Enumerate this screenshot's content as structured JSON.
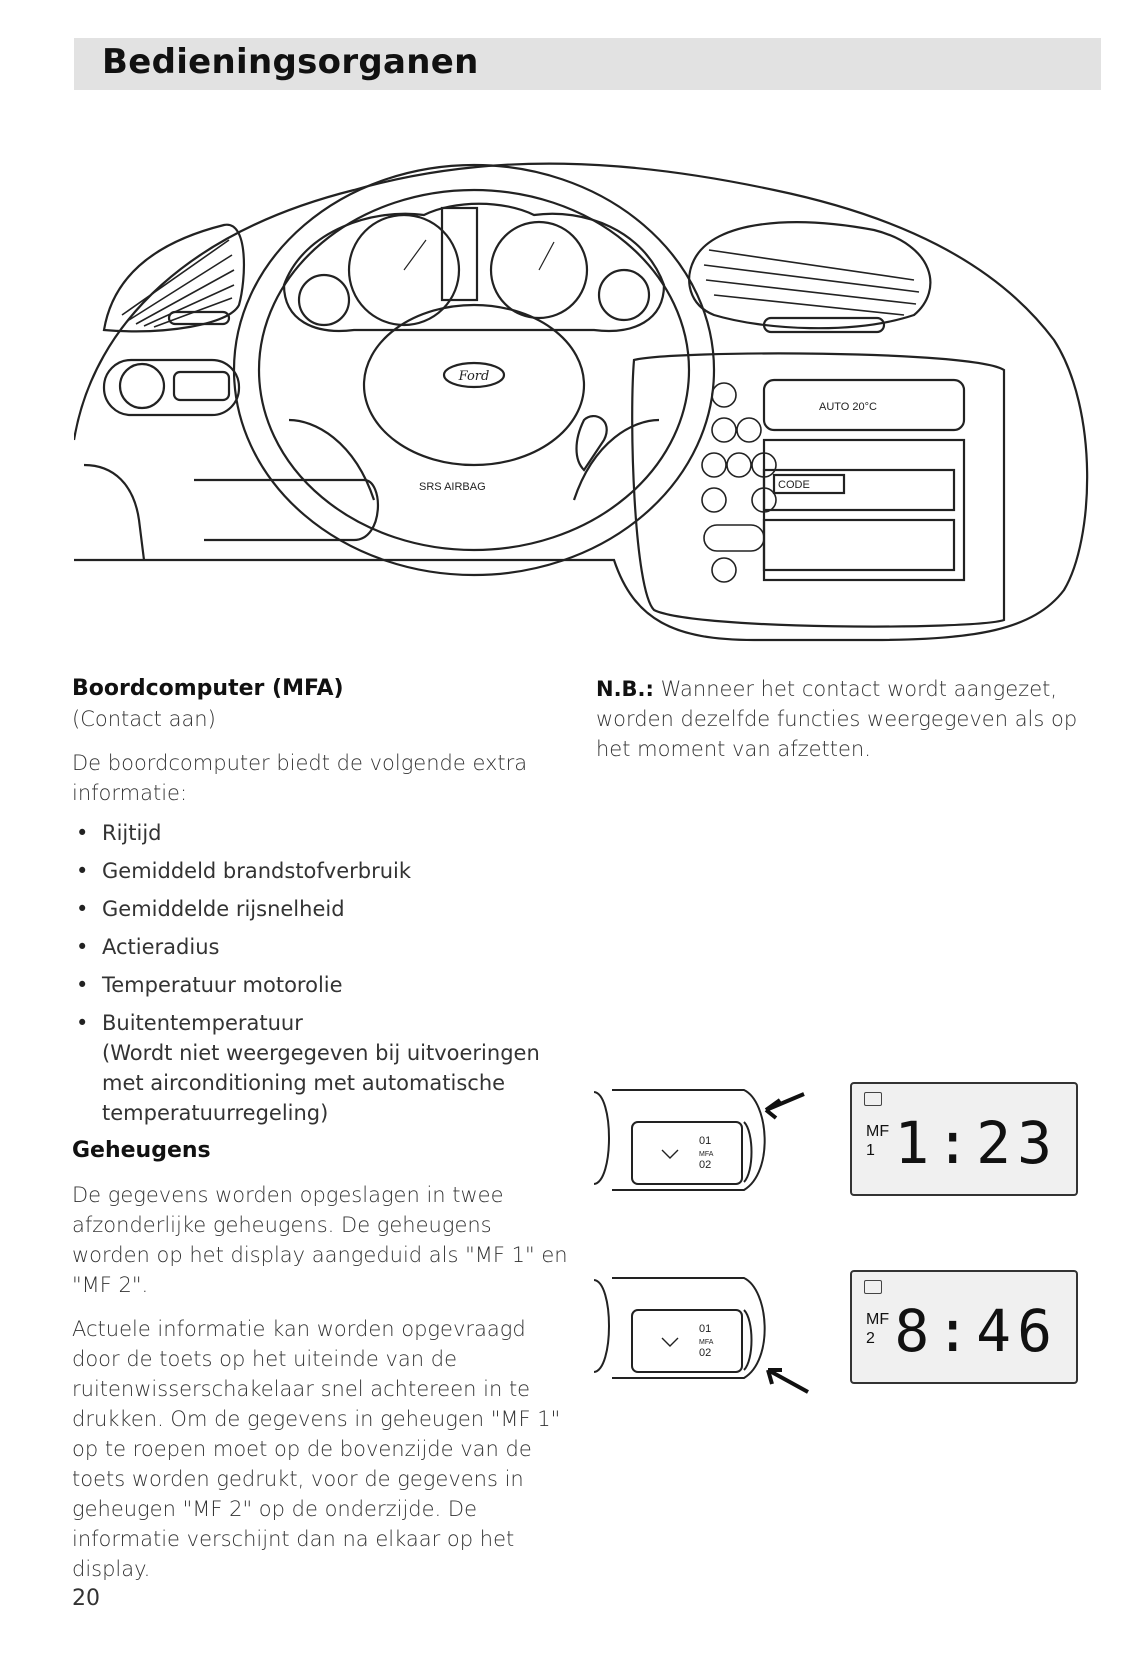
{
  "header": {
    "title": "Bedieningsorganen"
  },
  "dashboard": {
    "brand": "Ford",
    "airbag_label": "SRS AIRBAG",
    "radio_code_label": "CODE",
    "climate_display": "AUTO 20°C"
  },
  "left_column": {
    "section1_heading": "Boordcomputer (MFA)",
    "section1_sub": "(Contact aan)",
    "section1_intro": "De boordcomputer biedt de volgende extra informatie:",
    "bullets": [
      "Rijtijd",
      "Gemiddeld brandstofverbruik",
      "Gemiddelde rijsnelheid",
      "Actieradius",
      "Temperatuur motorolie",
      "Buitentemperatuur"
    ],
    "bullet_note": "(Wordt niet weergegeven bij uitvoeringen met airconditioning met automatische temperatuurregeling)",
    "section2_heading": "Geheugens",
    "section2_p1": "De gegevens worden opgeslagen in twee afzonderlijke geheugens. De geheugens worden op het display aangeduid als \"MF 1\" en \"MF 2\".",
    "section2_p2": "Actuele informatie kan worden opgevraagd door de toets op het uiteinde van de ruitenwisserschakelaar snel achtereen in te drukken. Om de gegevens in geheugen \"MF 1\" op te roepen moet op de bovenzijde van de toets worden gedrukt, voor de gegevens in geheugen \"MF 2\" op de onderzijde. De informatie verschijnt dan na elkaar op het display."
  },
  "right_column": {
    "nb_label": "N.B.:",
    "nb_text": "Wanneer het contact wordt aangezet, worden dezelfde functies weergegeven als op het moment van afzetten."
  },
  "figures": {
    "stalk_label_01": "01",
    "stalk_label_mfa": "MFA",
    "stalk_label_02": "02",
    "display1": {
      "mf": "MF",
      "num": "1",
      "time": "1:23"
    },
    "display2": {
      "mf": "MF",
      "num": "2",
      "time": "8:46"
    }
  },
  "page_number": "20"
}
